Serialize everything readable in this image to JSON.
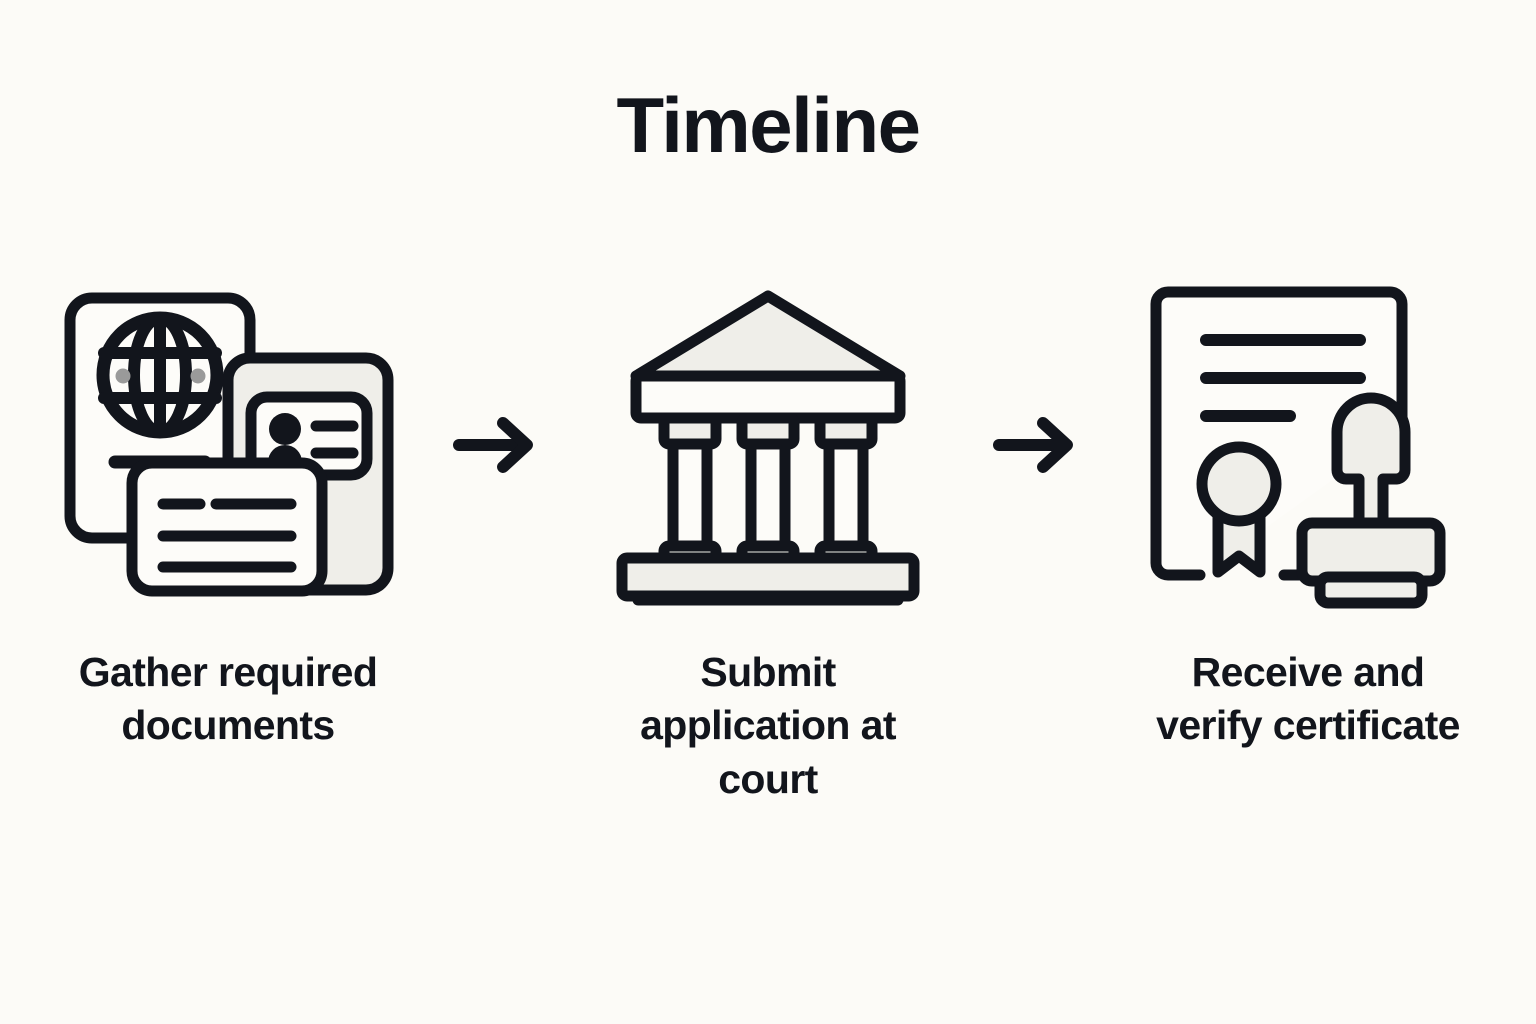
{
  "page": {
    "background_color": "#FCFBF7",
    "ink_color": "#12151C",
    "fill_light": "#EFEEE9",
    "fill_white": "#FDFCF9",
    "dot_gray": "#9A9A9A"
  },
  "header": {
    "title": "Timeline"
  },
  "diagram": {
    "type": "horizontal-process-flow",
    "step_count": 3,
    "connector": "arrow-right",
    "steps": [
      {
        "index": 1,
        "icon": "documents-icon",
        "icon_parts": [
          "passport-with-globe",
          "id-card",
          "document-card"
        ],
        "caption": "Gather required\ndocuments"
      },
      {
        "index": 2,
        "icon": "courthouse-icon",
        "icon_parts": [
          "pediment",
          "architrave",
          "three-columns",
          "stepped-base"
        ],
        "caption": "Submit\napplication at\ncourt"
      },
      {
        "index": 3,
        "icon": "certificate-icon",
        "icon_parts": [
          "certificate-page",
          "text-lines",
          "ribbon-seal",
          "rubber-stamp"
        ],
        "caption": "Receive and\nverify certificate"
      }
    ],
    "arrows": [
      {
        "index": 1,
        "name": "arrow-step-1-to-2"
      },
      {
        "index": 2,
        "name": "arrow-step-2-to-3"
      }
    ]
  }
}
